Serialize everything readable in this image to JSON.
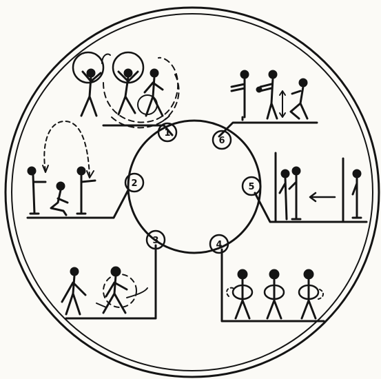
{
  "diagram": {
    "stations": [
      {
        "label": "1"
      },
      {
        "label": "2"
      },
      {
        "label": "3"
      },
      {
        "label": "4"
      },
      {
        "label": "5"
      },
      {
        "label": "6"
      }
    ],
    "colors": {
      "ink": "#141414",
      "paper": "#fbfaf6"
    }
  }
}
